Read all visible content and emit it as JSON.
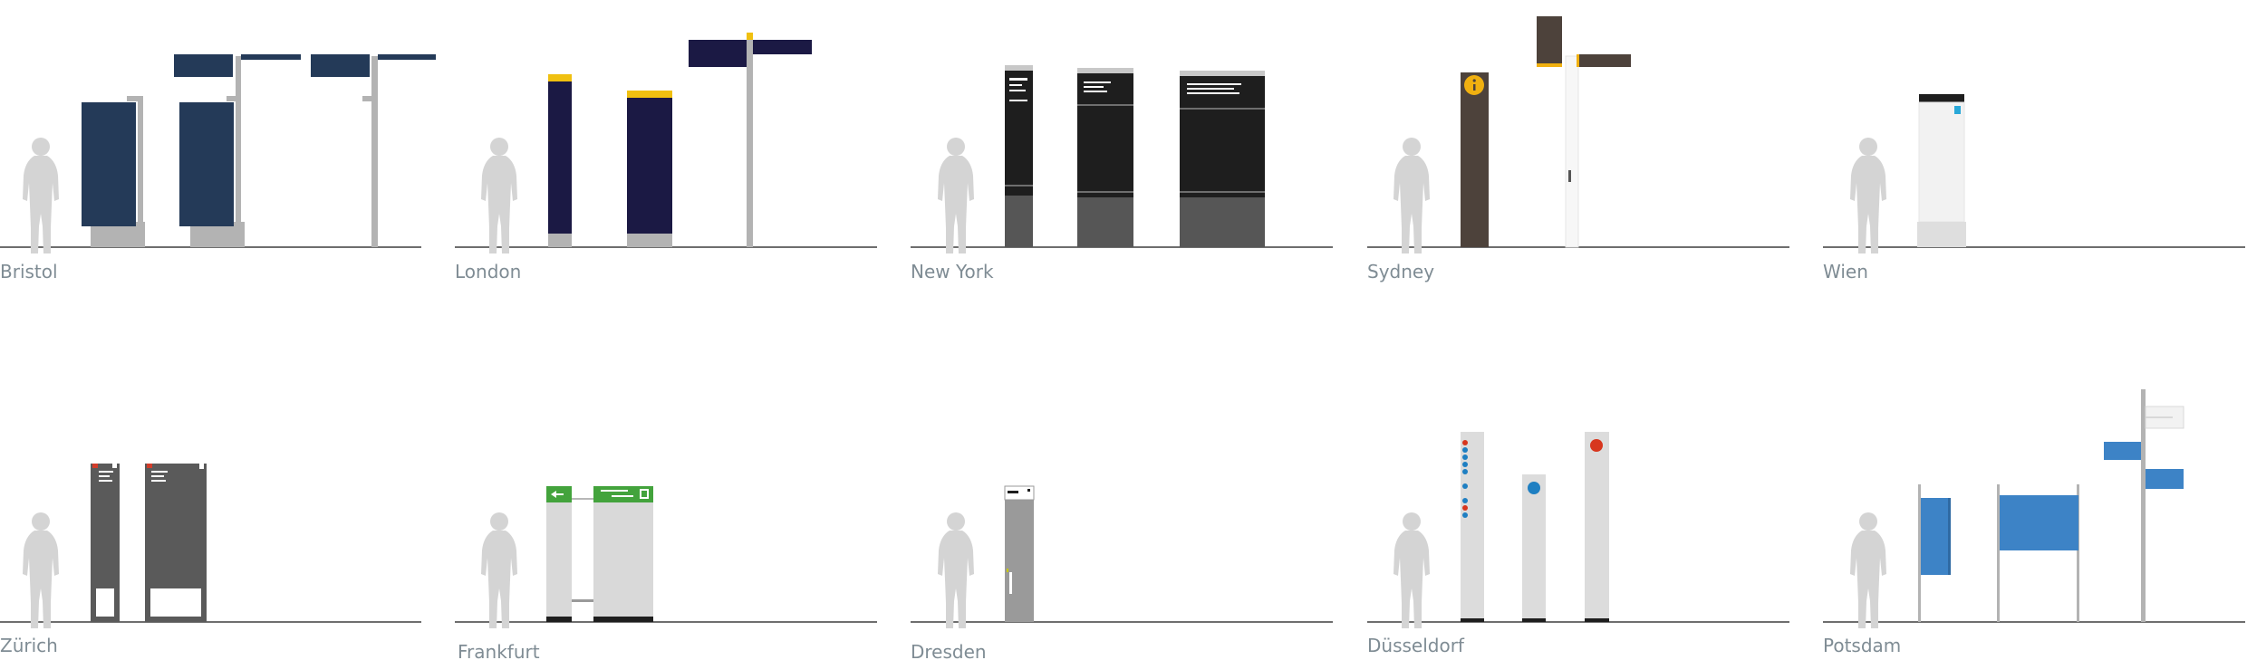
{
  "colors": {
    "ground": "#6e6e6e",
    "silhouette": "#d4d4d4",
    "label": "#7f8c94",
    "pole": "#b3b3b3",
    "bristol_blue": "#243a58",
    "london_navy": "#1b1944",
    "london_yellow": "#f0c010",
    "newyork_black": "#1e1e1e",
    "newyork_grey": "#565656",
    "sydney_brown": "#4d423b",
    "sydney_yellow": "#f0b010",
    "wien_white": "#f2f2f2",
    "wien_cyan": "#29a8d8",
    "zurich_grey": "#5a5a5a",
    "zurich_red": "#d23c2a",
    "frankfurt_green": "#43a33c",
    "frankfurt_light": "#d9d9d9",
    "dresden_grey": "#9a9a9a",
    "dusseldorf_light": "#dcdcdc",
    "dusseldorf_red": "#d7361e",
    "dusseldorf_blue": "#1e7fc2",
    "potsdam_blue": "#3d83c6"
  },
  "icons": {
    "person": "person-silhouette-icon",
    "info": "info-icon"
  },
  "cities": [
    {
      "id": "bristol",
      "label": "Bristol"
    },
    {
      "id": "london",
      "label": "London"
    },
    {
      "id": "newyork",
      "label": "New York"
    },
    {
      "id": "sydney",
      "label": "Sydney"
    },
    {
      "id": "wien",
      "label": "Wien"
    },
    {
      "id": "zurich",
      "label": "Zürich"
    },
    {
      "id": "frankfurt",
      "label": "Frankfurt"
    },
    {
      "id": "dresden",
      "label": "Dresden"
    },
    {
      "id": "dusseldorf",
      "label": "Düsseldorf"
    },
    {
      "id": "potsdam",
      "label": "Potsdam"
    }
  ]
}
